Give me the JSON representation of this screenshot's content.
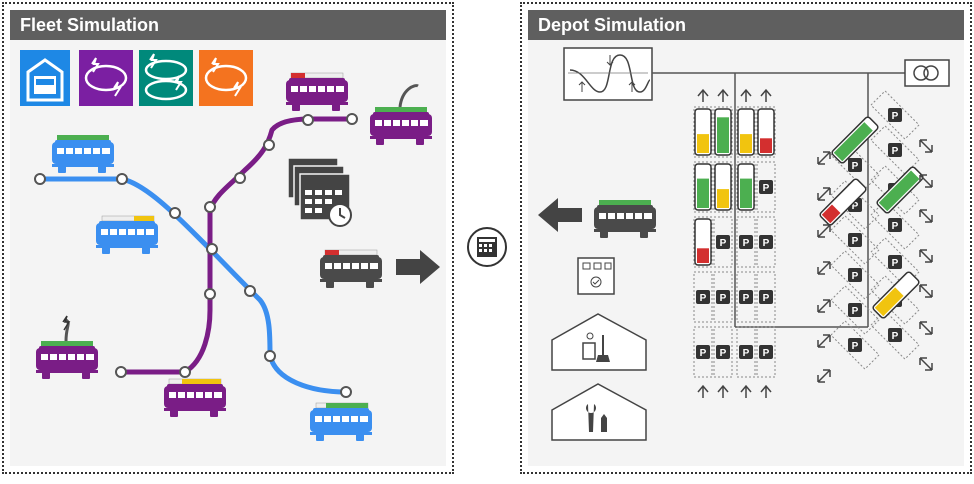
{
  "fleet": {
    "title": "Fleet Simulation"
  },
  "depot": {
    "title": "Depot Simulation"
  },
  "colors": {
    "header": "#5f5f5f",
    "panel_bg": "#f4f4f4",
    "route_blue": "#3b8ff0",
    "route_purple": "#7a1d86",
    "bus_blue": "#3b8ff0",
    "bus_purple": "#7a1d86",
    "bus_gray": "#4a4a4a",
    "tile_blue": "#1e88e5",
    "tile_purple": "#7b1fa2",
    "tile_teal": "#00897b",
    "tile_orange": "#f4731f",
    "battery_green": "#4caf50",
    "battery_yellow": "#f1c40f",
    "battery_red": "#d32f2f"
  },
  "icons": {
    "depot_tile": "bus-depot-icon",
    "charge_tile_1": "charging-loop-icon",
    "charge_tile_2": "double-charging-loop-icon",
    "charge_tile_3": "orange-charging-loop-icon",
    "calendar": "schedule-calendar-icon",
    "arrow_right": "arrow-right-icon",
    "arrow_left": "arrow-left-icon",
    "link_calendar": "calculator-icon",
    "flowchart": "flowchart-icon",
    "cleaning": "cleaning-station-icon",
    "workshop": "maintenance-workshop-icon",
    "grid": "power-grid-profile-icon",
    "transformer": "transformer-icon"
  },
  "parking_label": "P"
}
